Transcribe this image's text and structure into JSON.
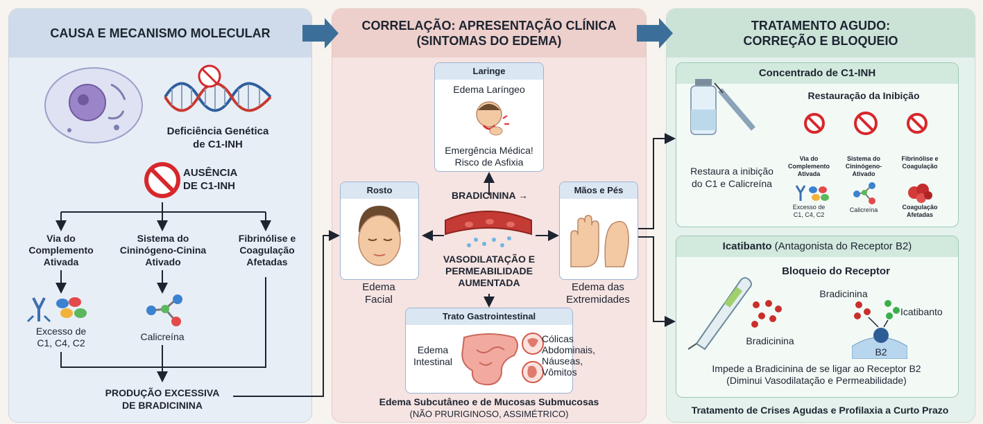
{
  "panel1": {
    "title": "CAUSA E MECANISMO MOLECULAR",
    "deficiency": [
      "Deficiência Genética",
      "de C1-INH"
    ],
    "absence": [
      "AUSÊNCIA",
      "DE C1-INH"
    ],
    "branches": [
      {
        "title": [
          "Via do",
          "Complemento",
          "Ativada"
        ],
        "result": [
          "Excesso de",
          "C1, C4, C2"
        ]
      },
      {
        "title": [
          "Sistema do",
          "Cininógeno-Cinina",
          "Ativado"
        ],
        "result": [
          "Calicreína"
        ]
      },
      {
        "title": [
          "Fibrinólise e",
          "Coagulação",
          "Afetadas"
        ]
      }
    ],
    "production": [
      "PRODUÇÃO EXCESSIVA",
      "DE BRADICININA"
    ]
  },
  "panel2": {
    "title": [
      "CORRELAÇÃO: APRESENTAÇÃO CLÍNICA",
      "(SINTOMAS DO EDEMA)"
    ],
    "larynx": {
      "title": "Laringe",
      "subtitle": "Edema Laríngeo",
      "alert": [
        "Emergência Médica!",
        "Risco de Asfixia"
      ]
    },
    "face": {
      "title": "Rosto",
      "caption": [
        "Edema",
        "Facial"
      ]
    },
    "center": {
      "bradykinin": "BRADICININA →",
      "effect": [
        "VASODILATAÇÃO E",
        "PERMEABILIDADE",
        "AUMENTADA"
      ]
    },
    "hands": {
      "title": "Mãos e Pés",
      "caption": [
        "Edema das",
        "Extremidades"
      ]
    },
    "gi": {
      "title": "Trato Gastrointestinal",
      "left": [
        "Edema",
        "Intestinal"
      ],
      "right": [
        "Cólicas",
        "Abdominais,",
        "Náuseas,",
        "Vômitos"
      ]
    },
    "footer": "Edema Subcutâneo e de Mucosas Submucosas",
    "footer_note": "(NÃO PRURIGINOSO, ASSIMÉTRICO)"
  },
  "panel3": {
    "title": [
      "TRATAMENTO AGUDO:",
      "CORREÇÃO E BLOQUEIO"
    ],
    "c1inh": {
      "title": "Concentrado de C1-INH",
      "subtitle": "Restauração da Inibição",
      "restore": [
        "Restaura a inibição",
        "do C1 e Calicreína"
      ],
      "cols": [
        {
          "title": [
            "Via do",
            "Complemento",
            "Ativada"
          ],
          "result": [
            "Excesso de",
            "C1, C4, C2"
          ]
        },
        {
          "title": [
            "Sistema do",
            "Cininógeno-",
            "Ativado"
          ],
          "result": [
            "Calicreína"
          ]
        },
        {
          "title": [
            "Fibrinólise e",
            "Coagulação"
          ],
          "result": [
            "Coagulação",
            "Afetadas"
          ]
        }
      ]
    },
    "icatibant": {
      "title_bold": "Icatibanto",
      "title_rest": " (Antagonista do Receptor B2)",
      "subtitle": "Bloqueio do Receptor",
      "bradykinin_left": "Bradicinina",
      "bradykinin_top": "Bradicinina",
      "icatibant_label": "Icatibanto",
      "receptor": "B2",
      "desc": [
        "Impede a Bradicinina de se ligar ao Receptor B2",
        "(Diminui Vasodilatação e Permeabilidade)"
      ]
    },
    "footer": "Tratamento de Crises Agudas e Profilaxia a Curto Prazo"
  },
  "colors": {
    "blue_panel": "#e8eef6",
    "red_panel": "#f6e4e2",
    "green_panel": "#e5f1ec",
    "prohibit": "#d7272c",
    "arrow": "#3b5f86"
  }
}
